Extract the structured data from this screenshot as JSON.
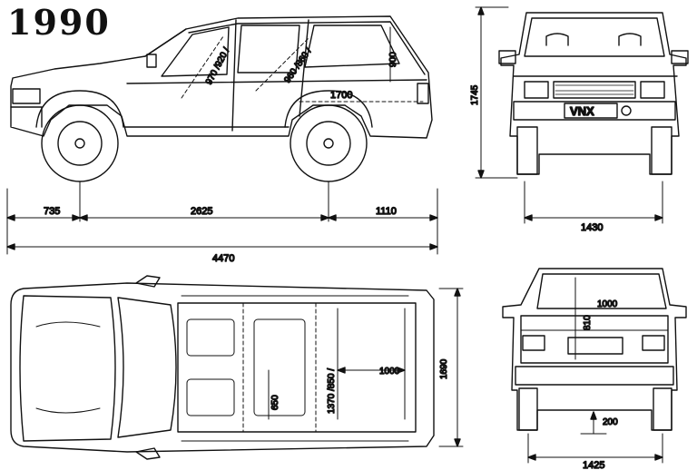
{
  "title": "1990",
  "badge": "VNX",
  "side_view": {
    "overall_length": "4470",
    "front_overhang": "735",
    "wheelbase": "2625",
    "rear_overhang": "1110",
    "cargo_length": "1700",
    "rear_window_height": "900",
    "front_seat_dim": "970 /920 /",
    "rear_seat_dim": "960 /860 /"
  },
  "front_view": {
    "overall_height": "1745",
    "front_track": "1430"
  },
  "top_view": {
    "overall_width": "1690",
    "interior_width": "1000",
    "interior_length": "1370 /850 /",
    "seat_dim": "650"
  },
  "rear_view": {
    "cargo_width": "1000",
    "cargo_height": "810",
    "ground_clearance": "200",
    "rear_track": "1425"
  },
  "colors": {
    "line": "#111111",
    "background": "#ffffff"
  }
}
